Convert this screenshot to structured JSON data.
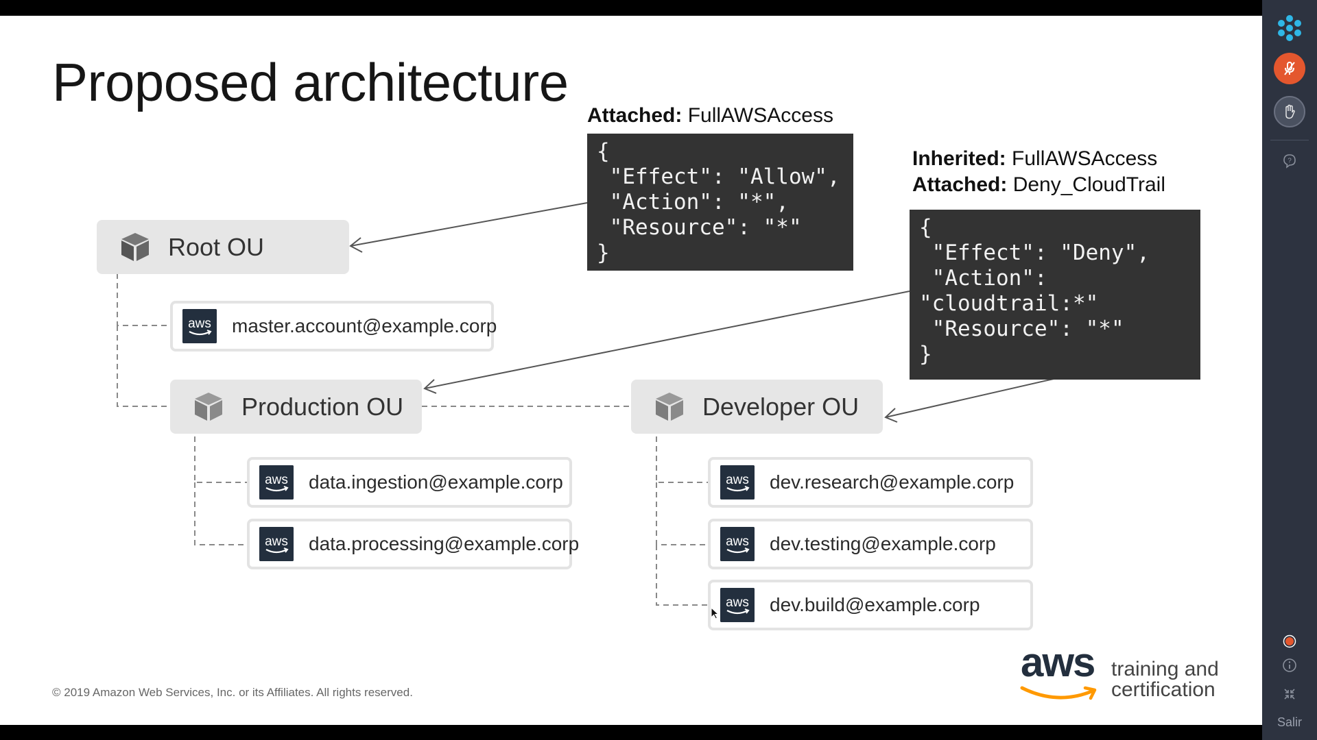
{
  "slide": {
    "title": "Proposed architecture",
    "copyright": "© 2019 Amazon Web Services, Inc. or its Affiliates. All rights reserved.",
    "logo": {
      "word": "aws",
      "tagline_line1": "training and",
      "tagline_line2": "certification"
    }
  },
  "root_policy": {
    "caption_prefix": "Attached:",
    "caption_value": "FullAWSAccess",
    "code": "{\n \"Effect\": \"Allow\",\n \"Action\": \"*\",\n \"Resource\": \"*\"\n}"
  },
  "dev_policy": {
    "inherited_prefix": "Inherited:",
    "inherited_value": "FullAWSAccess",
    "attached_prefix": "Attached:",
    "attached_value": "Deny_CloudTrail",
    "code": "{\n \"Effect\": \"Deny\",\n \"Action\":\n\"cloudtrail:*\"\n \"Resource\": \"*\"\n}"
  },
  "ous": {
    "root": "Root OU",
    "production": "Production OU",
    "developer": "Developer OU"
  },
  "accounts": {
    "master": "master.account@example.corp",
    "ingestion": "data.ingestion@example.corp",
    "processing": "data.processing@example.corp",
    "research": "dev.research@example.corp",
    "testing": "dev.testing@example.corp",
    "build": "dev.build@example.corp"
  },
  "aws_badge_text": "aws",
  "sidebar": {
    "exit_label": "Salir",
    "icons": [
      "meeting-logo-icon",
      "microphone-icon",
      "raise-hand-icon",
      "help-icon",
      "record-icon",
      "info-icon",
      "exit-icon"
    ]
  },
  "colors": {
    "ou_fill": "#e6e6e6",
    "code_bg": "#333333",
    "aws_navy": "#232f3e",
    "aws_orange": "#ff9900",
    "sidebar_bg": "#2d3340",
    "mic_accent": "#e4572e",
    "logo_accent": "#2fb7e6"
  }
}
